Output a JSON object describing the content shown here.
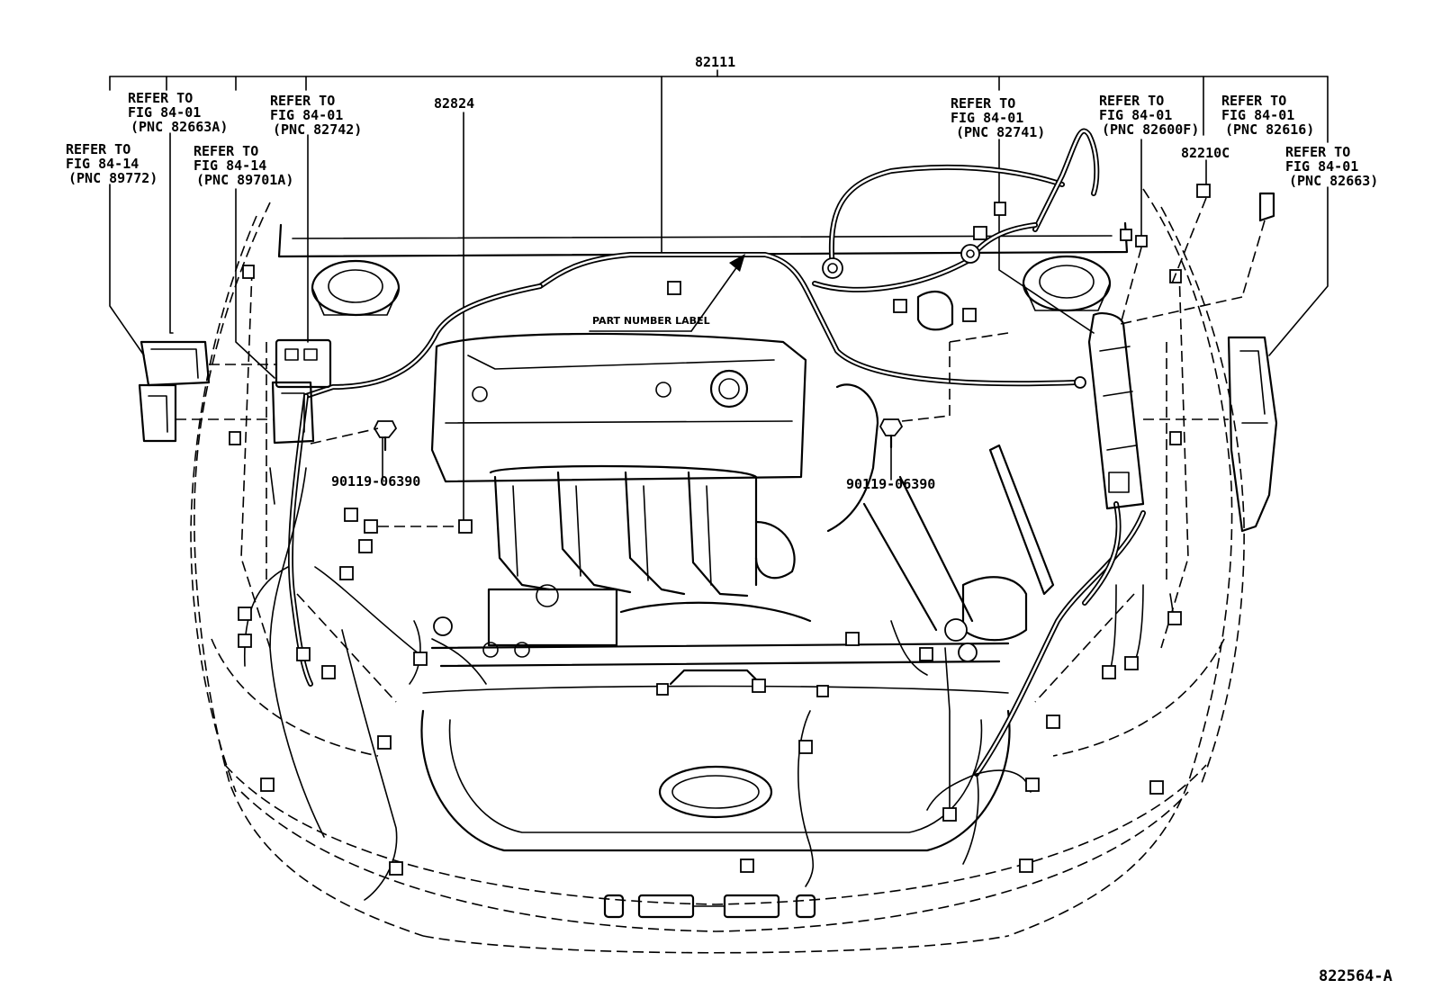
{
  "labels": {
    "main_harness": "82111",
    "left_part": "82824",
    "right_connector": "82210C",
    "bolt_left": "90119-06390",
    "bolt_right": "90119-06390",
    "part_number_label": "PART NUMBER LABEL",
    "figure_code": "822564-A"
  },
  "refs": [
    {
      "line1": "REFER TO",
      "line2": "FIG 84-14",
      "line3": "(PNC 89772)"
    },
    {
      "line1": "REFER TO",
      "line2": "FIG 84-01",
      "line3": "(PNC 82663A)"
    },
    {
      "line1": "REFER TO",
      "line2": "FIG 84-14",
      "line3": "(PNC 89701A)"
    },
    {
      "line1": "REFER TO",
      "line2": "FIG 84-01",
      "line3": "(PNC 82742)"
    },
    {
      "line1": "REFER TO",
      "line2": "FIG 84-01",
      "line3": "(PNC 82741)"
    },
    {
      "line1": "REFER TO",
      "line2": "FIG 84-01",
      "line3": "(PNC 82600F)"
    },
    {
      "line1": "REFER TO",
      "line2": "FIG 84-01",
      "line3": "(PNC 82616)"
    },
    {
      "line1": "REFER TO",
      "line2": "FIG 84-01",
      "line3": "(PNC 82663)"
    }
  ]
}
